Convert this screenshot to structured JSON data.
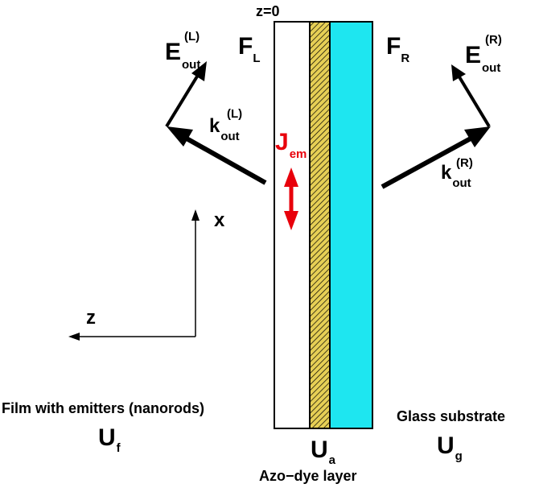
{
  "diagram": {
    "z0_label": "z=0",
    "field_left": {
      "main": "F",
      "sub": "L"
    },
    "field_right": {
      "main": "F",
      "sub": "R"
    },
    "e_out_left": {
      "main": "E",
      "sub": "out",
      "sup": "(L)"
    },
    "e_out_right": {
      "main": "E",
      "sub": "out",
      "sup": "(R)"
    },
    "k_out_left": {
      "main": "k",
      "sub": "out",
      "sup": "(L)"
    },
    "k_out_right": {
      "main": "k",
      "sub": "out",
      "sup": "(R)"
    },
    "j_em": {
      "main": "J",
      "sub": "em"
    },
    "axis_x": "x",
    "axis_z": "z",
    "film_caption": "Film with emitters (nanorods)",
    "u_f": {
      "main": "U",
      "sub": "f"
    },
    "u_a": {
      "main": "U",
      "sub": "a"
    },
    "azo_caption": "Azo−dye layer",
    "glass_caption": "Glass substrate",
    "u_g": {
      "main": "U",
      "sub": "g"
    },
    "colors": {
      "film": "#ffffff",
      "azo_layer": "#e6cf55",
      "glass": "#1ee6f0",
      "emitter_arrow": "#e8000b",
      "stroke": "#000000"
    }
  }
}
